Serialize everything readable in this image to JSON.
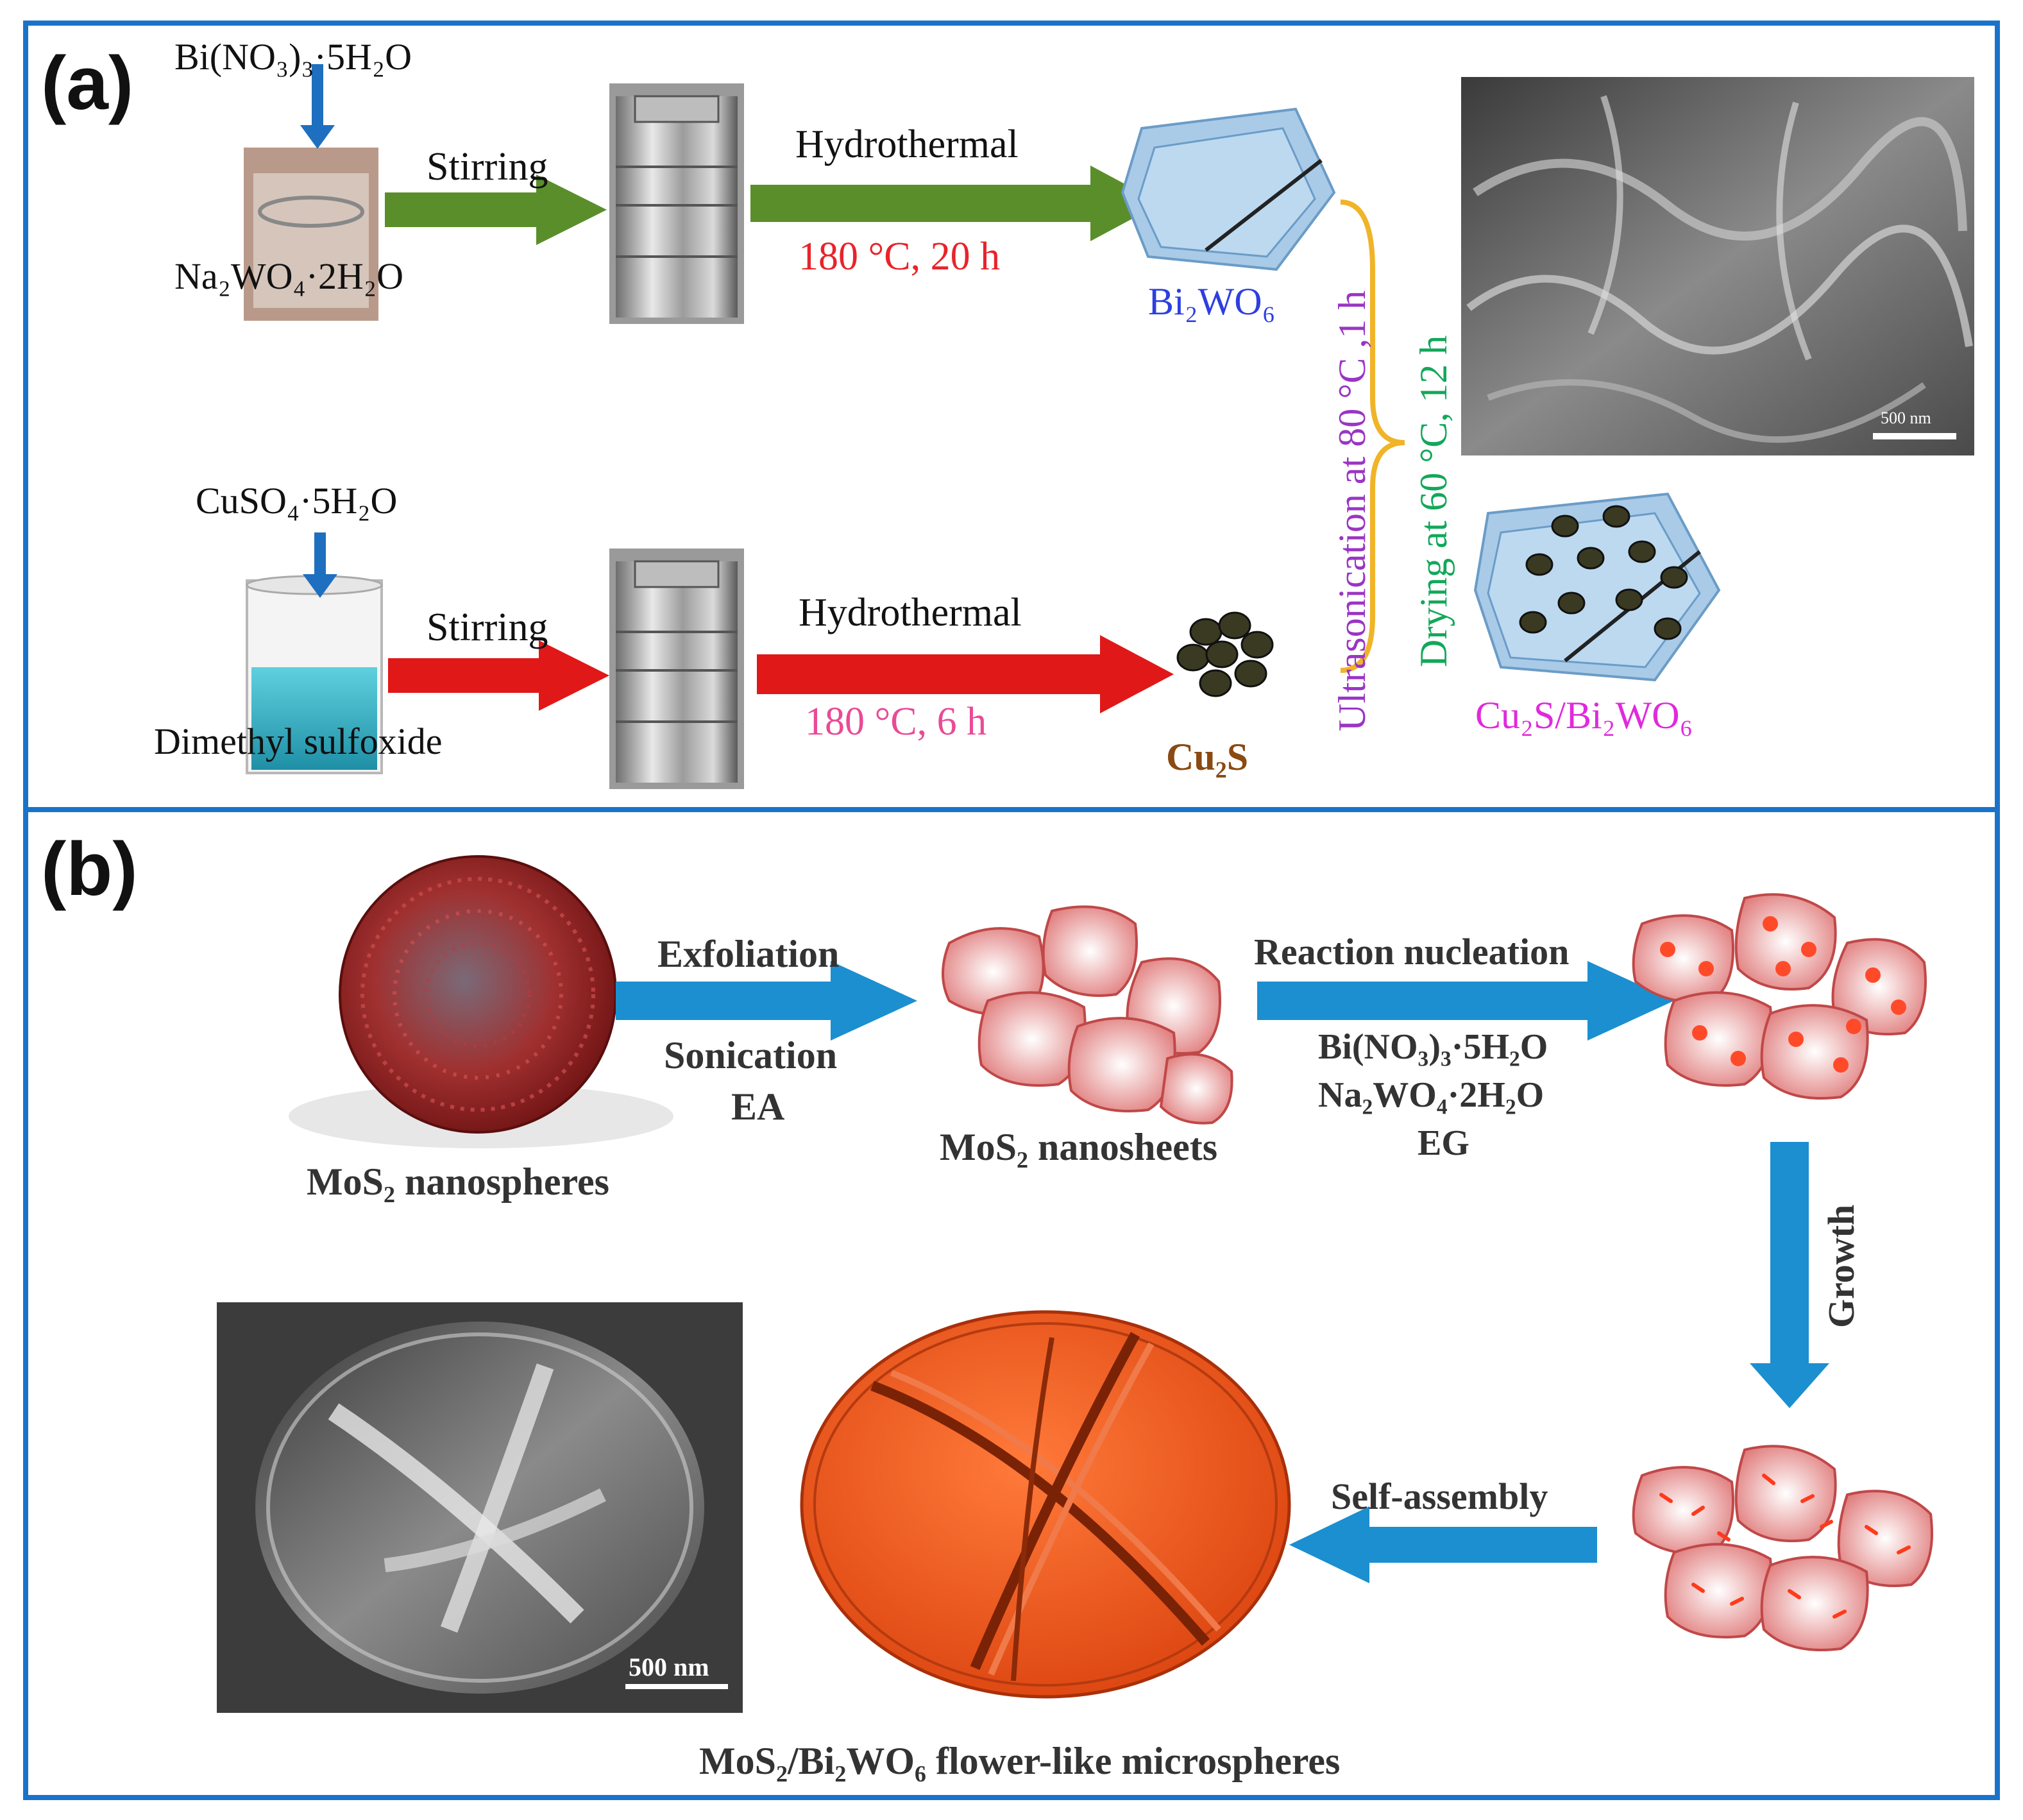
{
  "panel_a": {
    "label": "(a)",
    "top_row": {
      "reagent_top": "Bi(NO₃)₃·5H₂O",
      "reagent_bottom": "Na₂WO₄·2H₂O",
      "step1": "Stirring",
      "step2": "Hydrothermal",
      "condition": "180 °C, 20 h",
      "product": "Bi₂WO₆"
    },
    "bottom_row": {
      "reagent_top": "CuSO₄·5H₂O",
      "reagent_bottom": "Dimethyl sulfoxide",
      "step1": "Stirring",
      "step2": "Hydrothermal",
      "condition": "180 °C, 6 h",
      "product": "Cu₂S"
    },
    "combine_step1": "Ultrasonication at 80 °C ,1 h",
    "combine_step2": "Drying at 60 °C, 12 h",
    "final_product": "Cu₂S/Bi₂WO₆",
    "sem_scale": "500 nm"
  },
  "panel_b": {
    "label": "(b)",
    "start": "MoS₂ nanospheres",
    "step1_top": "Exfoliation",
    "step1_bottom": "Sonication",
    "step1_solvent": "EA",
    "intermediate": "MoS₂ nanosheets",
    "step2_top": "Reaction nucleation",
    "step2_reagent1": "Bi(NO₃)₃·5H₂O",
    "step2_reagent2": "Na₂WO₄·2H₂O",
    "step2_reagent3": "EG",
    "step3": "Growth",
    "step4": "Self-assembly",
    "final": "MoS₂/Bi₂WO₆ flower-like microspheres",
    "sem_scale": "500 nm"
  },
  "colors": {
    "frame": "#1a73c9",
    "green_arrow": "#5a8e2a",
    "red_arrow": "#e01818",
    "blue_arrow": "#1b8fd0",
    "red_text": "#e8242a",
    "pink_text": "#e94b96",
    "blue_text": "#2d3fe0",
    "brown_text": "#8a4a12",
    "purple_text": "#9a35c4",
    "green_text": "#12a85a",
    "magenta_text": "#e02adc",
    "bracket": "#f0b428"
  }
}
